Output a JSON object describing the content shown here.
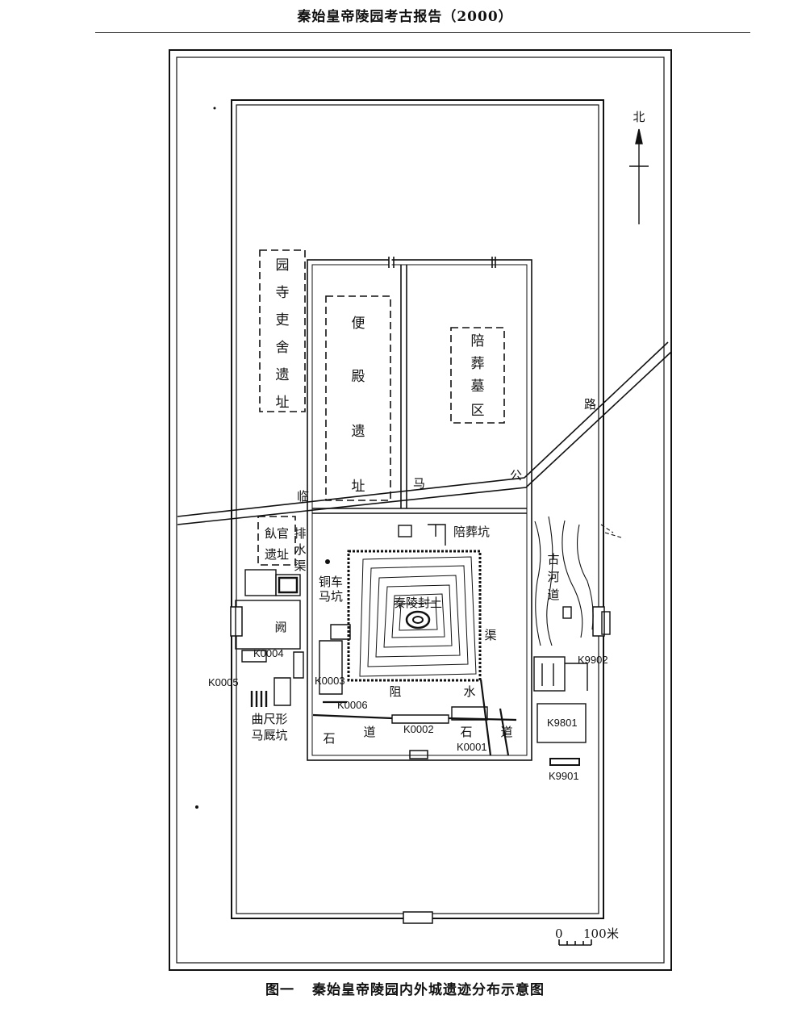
{
  "header": {
    "title": "秦始皇帝陵园考古报告（2000）"
  },
  "caption": {
    "figure_no": "图一",
    "title": "秦始皇帝陵园内外城遗迹分布示意图"
  },
  "compass": {
    "north": "北"
  },
  "scale": {
    "zero": "0",
    "length": "100",
    "unit": "米"
  },
  "labels": {
    "yuansi": [
      "园",
      "寺",
      "吏",
      "舍",
      "遗",
      "址"
    ],
    "biandian": [
      "便",
      "殿",
      "遗",
      "址"
    ],
    "peizang_mu": [
      "陪",
      "葬",
      "墓",
      "区"
    ],
    "road": {
      "lin": "临",
      "ma": "马",
      "gong": "公",
      "lu": "路"
    },
    "peizangkeng": "陪葬坑",
    "siguan": [
      "飤官",
      "遗址"
    ],
    "paishuiqu": [
      "排",
      "水",
      "渠"
    ],
    "tongchemakeng": [
      "铜车",
      "马坑"
    ],
    "mound": "秦陵封土",
    "que": "阙",
    "qu": "渠",
    "zushuiqu": [
      "阻",
      "水"
    ],
    "shidao_left": [
      "石",
      "道"
    ],
    "shidao_right": [
      "石",
      "道"
    ],
    "guhedao": [
      "古",
      "河",
      "道"
    ],
    "qucxing": [
      "曲尺形",
      "马厩坑"
    ]
  },
  "pits": {
    "k0001": "K0001",
    "k0002": "K0002",
    "k0003": "K0003",
    "k0004": "K0004",
    "k0005": "K0005",
    "k0006": "K0006",
    "k9801": "K9801",
    "k9901": "K9901",
    "k9902": "K9902"
  }
}
